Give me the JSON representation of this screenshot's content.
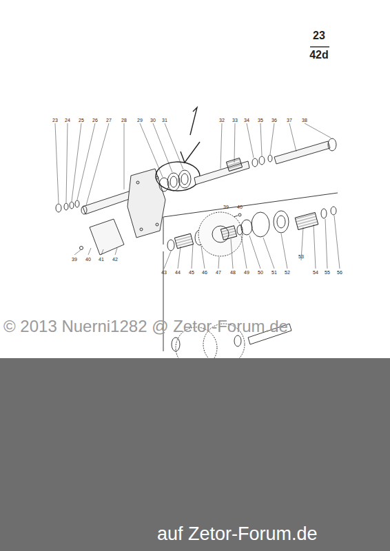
{
  "diagram": {
    "labels": [
      "23",
      "42d",
      "23",
      "24",
      "25",
      "26",
      "27",
      "28",
      "29",
      "30",
      "31",
      "32",
      "33",
      "34",
      "35",
      "36",
      "37",
      "38",
      "39",
      "40",
      "39",
      "40",
      "41",
      "42",
      "43",
      "44",
      "45",
      "46",
      "47",
      "48",
      "49",
      "50",
      "51",
      "52",
      "53",
      "54",
      "55",
      "56",
      "© 2013 Nuerni1282 @ Zetor-Forum.de",
      "auf Zetor-Forum.de"
    ]
  }
}
